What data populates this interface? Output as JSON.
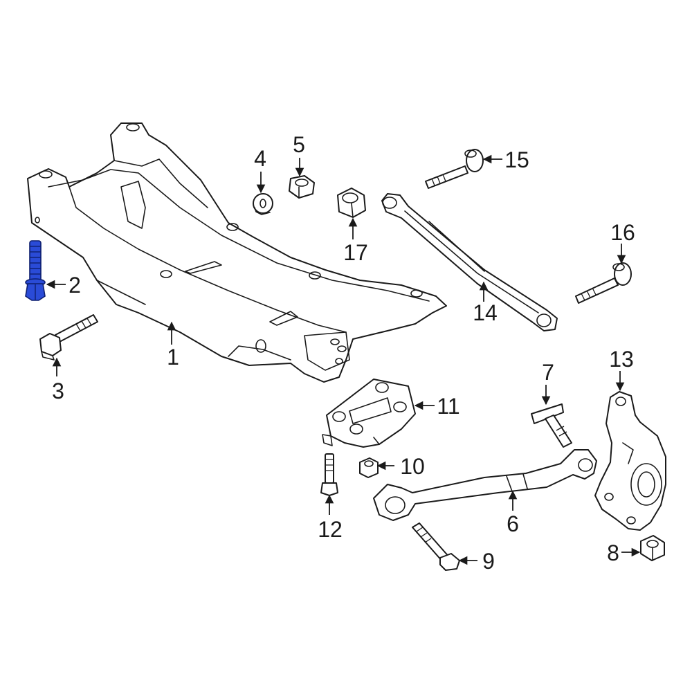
{
  "callouts": {
    "c1": "1",
    "c2": "2",
    "c3": "3",
    "c4": "4",
    "c5": "5",
    "c6": "6",
    "c7": "7",
    "c8": "8",
    "c9": "9",
    "c10": "10",
    "c11": "11",
    "c12": "12",
    "c13": "13",
    "c14": "14",
    "c15": "15",
    "c16": "16",
    "c17": "17"
  },
  "colors": {
    "highlight": "#2a4bd7",
    "line": "#1a1a1a",
    "background": "#ffffff"
  },
  "highlighted_part": "2"
}
